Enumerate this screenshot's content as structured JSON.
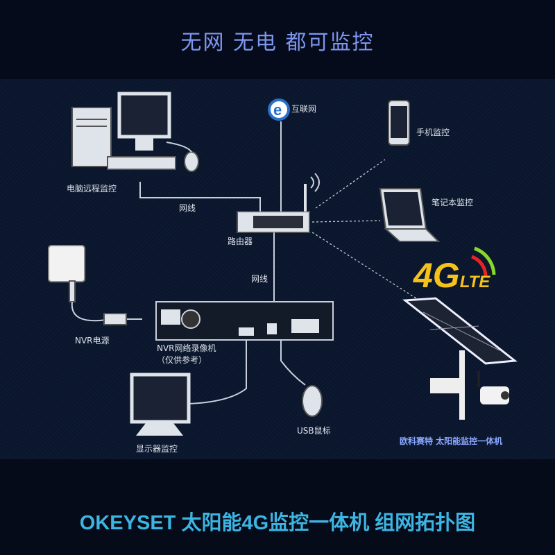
{
  "headline": "无网 无电 都可监控",
  "labels": {
    "internet": "互联网",
    "phone": "手机监控",
    "pc": "电脑远程监控",
    "cable1": "网线",
    "laptop": "笔记本监控",
    "router": "路由器",
    "cable2": "网线",
    "nvr_power": "NVR电源",
    "nvr": "NVR网络录像机",
    "nvr_note": "（仅供参考）",
    "mouse": "USB鼠标",
    "monitor": "显示器监控"
  },
  "badge": {
    "big": "4G",
    "small": "LTE"
  },
  "product_caption": "欧科赛特 太阳能监控一体机",
  "footer_title": "OKEYSET 太阳能4G监控一体机 组网拓扑图"
}
